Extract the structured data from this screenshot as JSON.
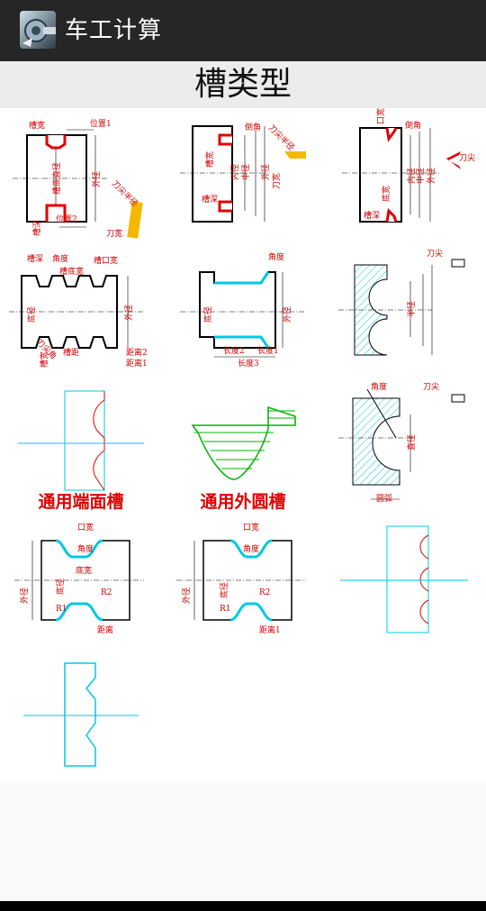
{
  "app_bar": {
    "icon": "lathe-app-icon",
    "title": "车工计算"
  },
  "section": {
    "title": "槽类型"
  },
  "items": [
    {
      "labels": [
        "槽宽",
        "位置1",
        "槽底直径",
        "外径",
        "槽深",
        "位置2",
        "刀宽",
        "刀尖半径"
      ]
    },
    {
      "labels": [
        "倒角",
        "槽宽",
        "中径",
        "内径",
        "外径",
        "槽深",
        "刀宽",
        "刀尖半径"
      ]
    },
    {
      "labels": [
        "口宽",
        "倒角",
        "外径",
        "中径",
        "内径",
        "底宽",
        "槽深",
        "刀尖"
      ]
    },
    {
      "labels": [
        "槽深",
        "角度",
        "槽口宽",
        "槽底宽",
        "底径",
        "外径",
        "槽距",
        "槽宽",
        "距离2",
        "距离1",
        "刀尖角"
      ]
    },
    {
      "labels": [
        "角度",
        "底径",
        "外径",
        "长度2",
        "长度1",
        "长度3"
      ]
    },
    {
      "labels": [
        "刀尖",
        "半径"
      ]
    },
    {
      "caption": "通用端面槽"
    },
    {
      "caption": "通用外圆槽"
    },
    {
      "labels": [
        "角度",
        "刀尖",
        "直径",
        "圆弧"
      ]
    },
    {
      "labels": [
        "口宽",
        "角度",
        "底宽",
        "外径",
        "底径",
        "R1",
        "R2",
        "距离"
      ]
    },
    {
      "labels": [
        "口宽",
        "角度",
        "外径",
        "底径",
        "R1",
        "R2",
        "距离1"
      ]
    },
    {},
    {}
  ],
  "colors": {
    "app_bar": "#262626",
    "section_bg": "#ececec",
    "accent_red": "#e00000",
    "cyan": "#00c8e6",
    "green": "#00b400"
  }
}
